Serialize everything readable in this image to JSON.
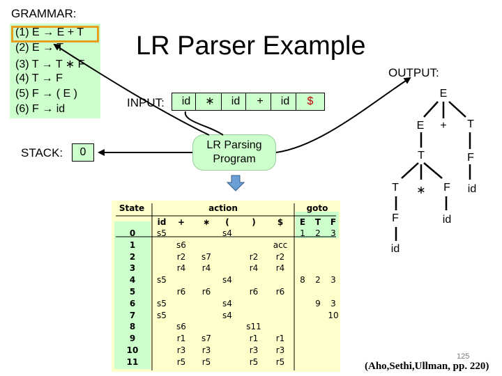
{
  "grammar": {
    "title": "GRAMMAR:",
    "rules": [
      {
        "num": "(1)",
        "lhs": "E",
        "rhs": "→ E + T"
      },
      {
        "num": "(2)",
        "lhs": "E",
        "rhs": "→ T"
      },
      {
        "num": "(3)",
        "lhs": "T",
        "rhs": "→ T ∗ F"
      },
      {
        "num": "(4)",
        "lhs": "T",
        "rhs": "→ F"
      },
      {
        "num": "(5)",
        "lhs": "F",
        "rhs": "→ ( E )"
      },
      {
        "num": "(6)",
        "lhs": "F",
        "rhs": "→ id"
      }
    ]
  },
  "title": "LR Parser Example",
  "input": {
    "label": "INPUT:",
    "tokens": [
      "id",
      "∗",
      "id",
      "+",
      "id",
      "$"
    ]
  },
  "stack": {
    "label": "STACK:",
    "items": [
      "0"
    ]
  },
  "program": {
    "line1": "LR Parsing",
    "line2": "Program"
  },
  "output": {
    "label": "OUTPUT:",
    "nodes": [
      "E",
      "E",
      "+",
      "T",
      "T",
      "F",
      "T",
      "∗",
      "F",
      "id",
      "F",
      "id",
      "id"
    ]
  },
  "table": {
    "state_header": "State",
    "action_header": "action",
    "goto_header": "goto",
    "columns": [
      "id",
      "+",
      "∗",
      "(",
      ")",
      "$",
      "E",
      "T",
      "F"
    ],
    "rows": [
      {
        "state": "0",
        "cells": [
          "s5",
          "",
          "",
          "s4",
          "",
          "",
          "1",
          "2",
          "3"
        ]
      },
      {
        "state": "1",
        "cells": [
          "",
          "s6",
          "",
          "",
          "",
          "acc",
          "",
          "",
          ""
        ]
      },
      {
        "state": "2",
        "cells": [
          "",
          "r2",
          "s7",
          "",
          "r2",
          "r2",
          "",
          "",
          ""
        ]
      },
      {
        "state": "3",
        "cells": [
          "",
          "r4",
          "r4",
          "",
          "r4",
          "r4",
          "",
          "",
          ""
        ]
      },
      {
        "state": "4",
        "cells": [
          "s5",
          "",
          "",
          "s4",
          "",
          "",
          "8",
          "2",
          "3"
        ]
      },
      {
        "state": "5",
        "cells": [
          "",
          "r6",
          "r6",
          "",
          "r6",
          "r6",
          "",
          "",
          ""
        ]
      },
      {
        "state": "6",
        "cells": [
          "s5",
          "",
          "",
          "s4",
          "",
          "",
          "",
          "9",
          "3"
        ]
      },
      {
        "state": "7",
        "cells": [
          "s5",
          "",
          "",
          "s4",
          "",
          "",
          "",
          "",
          "10"
        ]
      },
      {
        "state": "8",
        "cells": [
          "",
          "s6",
          "",
          "",
          "s11",
          "",
          "",
          "",
          ""
        ]
      },
      {
        "state": "9",
        "cells": [
          "",
          "r1",
          "s7",
          "",
          "r1",
          "r1",
          "",
          "",
          ""
        ]
      },
      {
        "state": "10",
        "cells": [
          "",
          "r3",
          "r3",
          "",
          "r3",
          "r3",
          "",
          "",
          ""
        ]
      },
      {
        "state": "11",
        "cells": [
          "",
          "r5",
          "r5",
          "",
          "r5",
          "r5",
          "",
          "",
          ""
        ]
      }
    ]
  },
  "page_number": "125",
  "citation": "(Aho,Sethi,Ullman, pp. 220)"
}
